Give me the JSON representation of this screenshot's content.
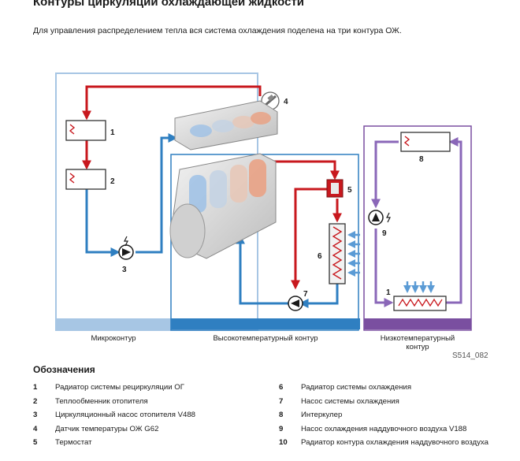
{
  "title": "Контуры циркуляции охлаждающей жидкости",
  "subtitle": "Для управления распределением тепла вся система охлаждения поделена на три контура ОЖ.",
  "circuits": {
    "micro": "Микроконтур",
    "high": "Высокотемпературный контур",
    "low": "Низкотемпературный контур"
  },
  "figure_code": "S514_082",
  "component_numbers": [
    "1",
    "2",
    "3",
    "4",
    "5",
    "6",
    "7",
    "8",
    "9",
    "1"
  ],
  "legend": {
    "heading": "Обозначения",
    "left": [
      {
        "num": "1",
        "text": "Радиатор системы рециркуляции ОГ"
      },
      {
        "num": "2",
        "text": "Теплообменник отопителя"
      },
      {
        "num": "3",
        "text": "Циркуляционный насос отопителя V488"
      },
      {
        "num": "4",
        "text": "Датчик температуры ОЖ G62"
      },
      {
        "num": "5",
        "text": "Термостат"
      }
    ],
    "right": [
      {
        "num": "6",
        "text": "Радиатор системы охлаждения"
      },
      {
        "num": "7",
        "text": "Насос системы охлаждения"
      },
      {
        "num": "8",
        "text": "Интеркулер"
      },
      {
        "num": "9",
        "text": "Насос охлаждения наддувочного воздуха V188"
      },
      {
        "num": "10",
        "text": "Радиатор контура охлаждения наддувочного воздуха"
      }
    ]
  },
  "colors": {
    "hot": "#c8181e",
    "cold": "#2f7fc1",
    "low_temp": "#8a67b8",
    "micro_bar": "#a7c6e4",
    "high_bar": "#2f7fc1",
    "low_bar": "#7a4fa0"
  }
}
